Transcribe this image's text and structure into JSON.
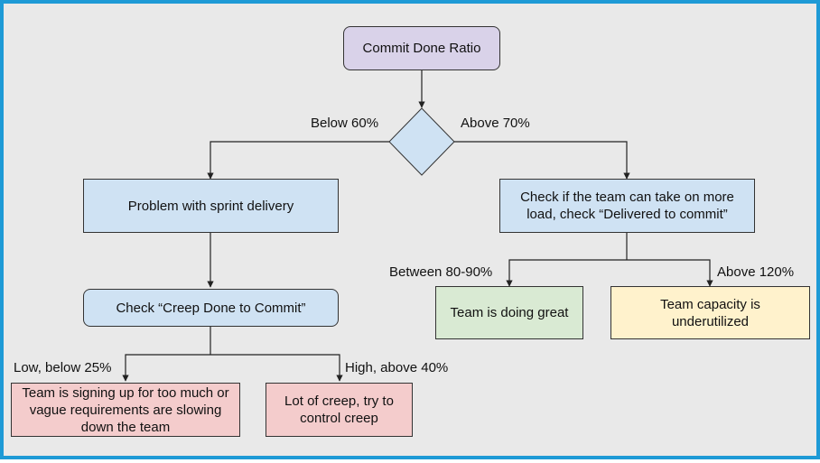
{
  "diagram": {
    "start": "Commit Done Ratio",
    "branch_left_label": "Below 60%",
    "branch_right_label": "Above 70%",
    "sprint_problem": "Problem with sprint delivery",
    "check_creep": "Check “Creep Done to Commit”",
    "creep_low_label": "Low, below 25%",
    "creep_high_label": "High, above 40%",
    "creep_low_result": "Team is signing up for too much or vague requirements are slowing down the team",
    "creep_high_result": "Lot of creep, try to control creep",
    "check_capacity": "Check if the team can take on more load, check “Delivered to commit”",
    "cap_mid_label": "Between 80-90%",
    "cap_high_label": "Above 120%",
    "cap_mid_result": "Team is doing great",
    "cap_high_result": "Team capacity is underutilized"
  },
  "colors": {
    "border_accent": "#1e9ad6",
    "background": "#e9e9e9",
    "start_fill": "#d9d2e9",
    "process_fill": "#cfe2f3",
    "decision_fill": "#cfe2f3",
    "green_fill": "#d9ead3",
    "yellow_fill": "#fff2cc",
    "red_fill": "#f4cccc"
  }
}
